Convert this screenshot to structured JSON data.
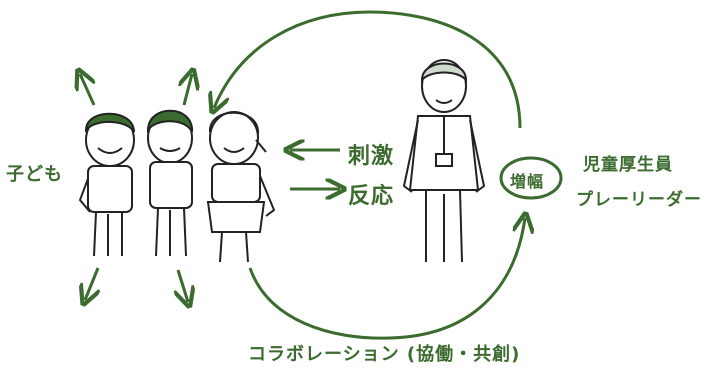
{
  "labels": {
    "children": "子ども",
    "stimulus": "刺激",
    "response": "反応",
    "amplify": "増幅",
    "staff": "児童厚生員",
    "leader": "プレーリーダー",
    "collaboration": "コラボレーション (協働・共創)"
  },
  "colors": {
    "accent": "#3b6b2e",
    "line": "#222222"
  },
  "icons": [
    "child-figure",
    "adult-figure",
    "arrow"
  ]
}
